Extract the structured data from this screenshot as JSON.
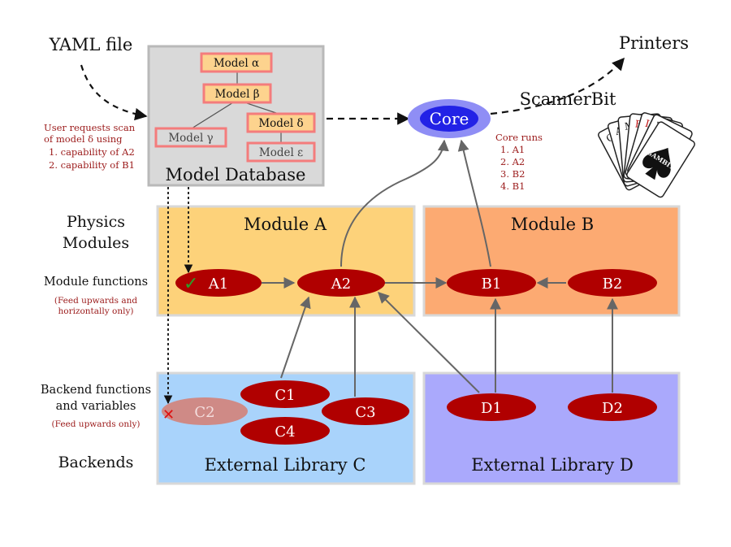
{
  "inputs": {
    "yaml_file": "YAML file",
    "request_note": [
      "User requests scan",
      "of model δ using",
      "1.  capability of A2",
      "2.  capability of B1"
    ]
  },
  "model_database": {
    "title": "Model Database",
    "models": {
      "alpha": "Model α",
      "beta": "Model β",
      "gamma": "Model γ",
      "delta": "Model δ",
      "epsilon": "Model ε"
    }
  },
  "core": {
    "label": "Core",
    "runs_title": "Core runs",
    "runs": [
      "1.  A1",
      "2.  A2",
      "3.  B2",
      "4.  B1"
    ]
  },
  "scanner_bit": "ScannerBit",
  "printers": "Printers",
  "cards": {
    "letters": [
      "G",
      "A",
      "M",
      "B",
      "I",
      "T"
    ],
    "ace_text": "GAMBIT"
  },
  "left_labels": {
    "physics_modules": [
      "Physics",
      "Modules"
    ],
    "module_functions": "Module functions",
    "module_functions_note": [
      "(Feed upwards and",
      "horizontally only)"
    ],
    "backend_functions": [
      "Backend functions",
      "and variables"
    ],
    "backend_functions_note": "(Feed upwards only)",
    "backends": "Backends"
  },
  "module_a": {
    "title": "Module A",
    "functions": [
      "A1",
      "A2"
    ]
  },
  "module_b": {
    "title": "Module B",
    "functions": [
      "B1",
      "B2"
    ]
  },
  "library_c": {
    "title": "External Library C",
    "functions": [
      "C1",
      "C2",
      "C3",
      "C4"
    ]
  },
  "library_d": {
    "title": "External Library D",
    "functions": [
      "D1",
      "D2"
    ]
  },
  "marks": {
    "check": "✓",
    "cross": "✕"
  },
  "colors": {
    "db_fill": "#d9d9d9",
    "module_a_fill": "#fdd27a",
    "module_b_fill": "#fcaa72",
    "library_c_fill": "#a9d3fb",
    "library_d_fill": "#aaa9fc",
    "node_red": "#b00000",
    "node_faded": "#cf8a86",
    "core_blue": "#2222e6",
    "core_halo": "#8f8ef5",
    "model_border": "#f47c7c",
    "model_fill": "#fdd38e",
    "note_red": "#9b1a1a",
    "check_green": "#2aa02a"
  }
}
